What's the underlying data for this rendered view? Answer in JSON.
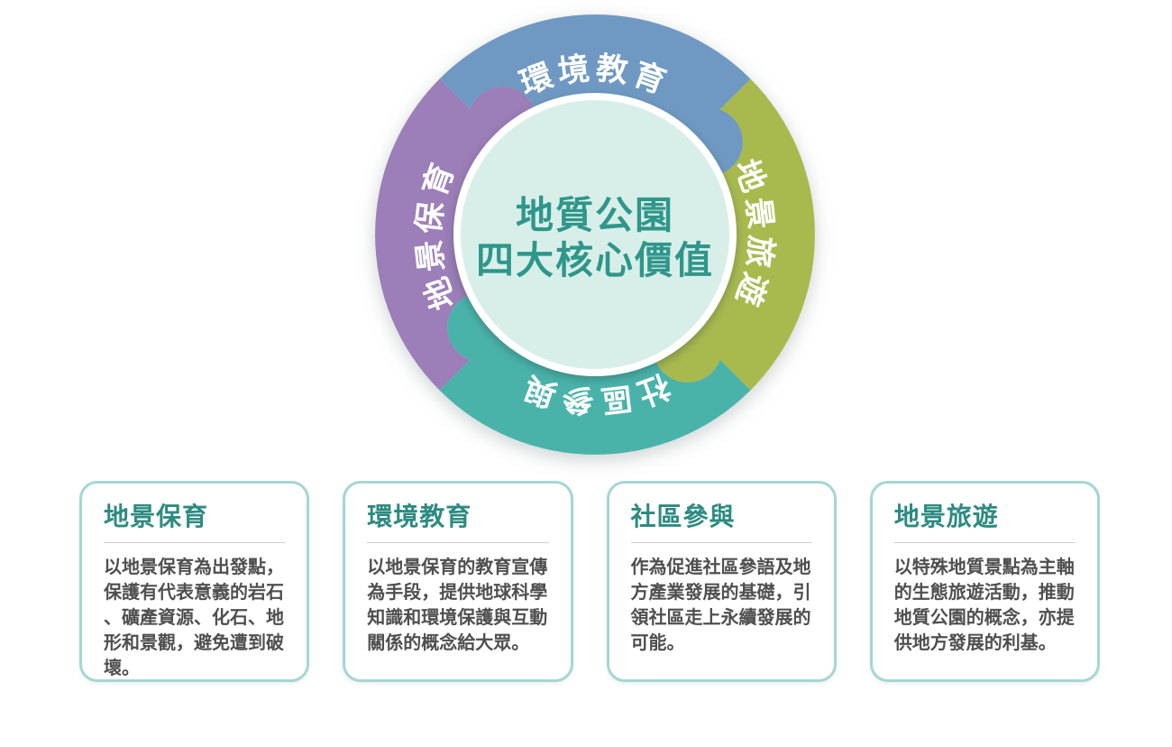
{
  "center": {
    "line1": "地質公園",
    "line2": "四大核心價值",
    "text_color": "#2F968A",
    "circle_color": "#D8EFE9"
  },
  "ring": {
    "label_color": "#FFFFFF",
    "segments": [
      {
        "id": "environmental-education",
        "label": "環境教育",
        "color": "#6F99C2",
        "position": "top"
      },
      {
        "id": "landscape-tourism",
        "label": "地景旅遊",
        "color": "#A8BA4E",
        "position": "right"
      },
      {
        "id": "community-participation",
        "label": "社區參與",
        "color": "#49B3AA",
        "position": "bottom"
      },
      {
        "id": "landscape-conservation",
        "label": "地景保育",
        "color": "#9C7EB8",
        "position": "left"
      }
    ]
  },
  "cards": [
    {
      "title": "地景保育",
      "body": "以地景保育為出發點，保護有代表意義的岩石、礦產資源、化石、地形和景觀，避免遭到破壞。",
      "title_color": "#2D8B81",
      "border_color": "#A6D6D2"
    },
    {
      "title": "環境教育",
      "body": "以地景保育的教育宣傳為手段，提供地球科學知識和環境保護與互動關係的概念給大眾。",
      "title_color": "#2D8B81",
      "border_color": "#A6D6D2"
    },
    {
      "title": "社區參與",
      "body": "作為促進社區參語及地方產業發展的基礎，引領社區走上永續發展的可能。",
      "title_color": "#2D8B81",
      "border_color": "#A6D6D2"
    },
    {
      "title": "地景旅遊",
      "body": "以特殊地質景點為主軸的生態旅遊活動，推動地質公園的概念，亦提供地方發展的利基。",
      "title_color": "#2D8B81",
      "border_color": "#A6D6D2"
    }
  ]
}
